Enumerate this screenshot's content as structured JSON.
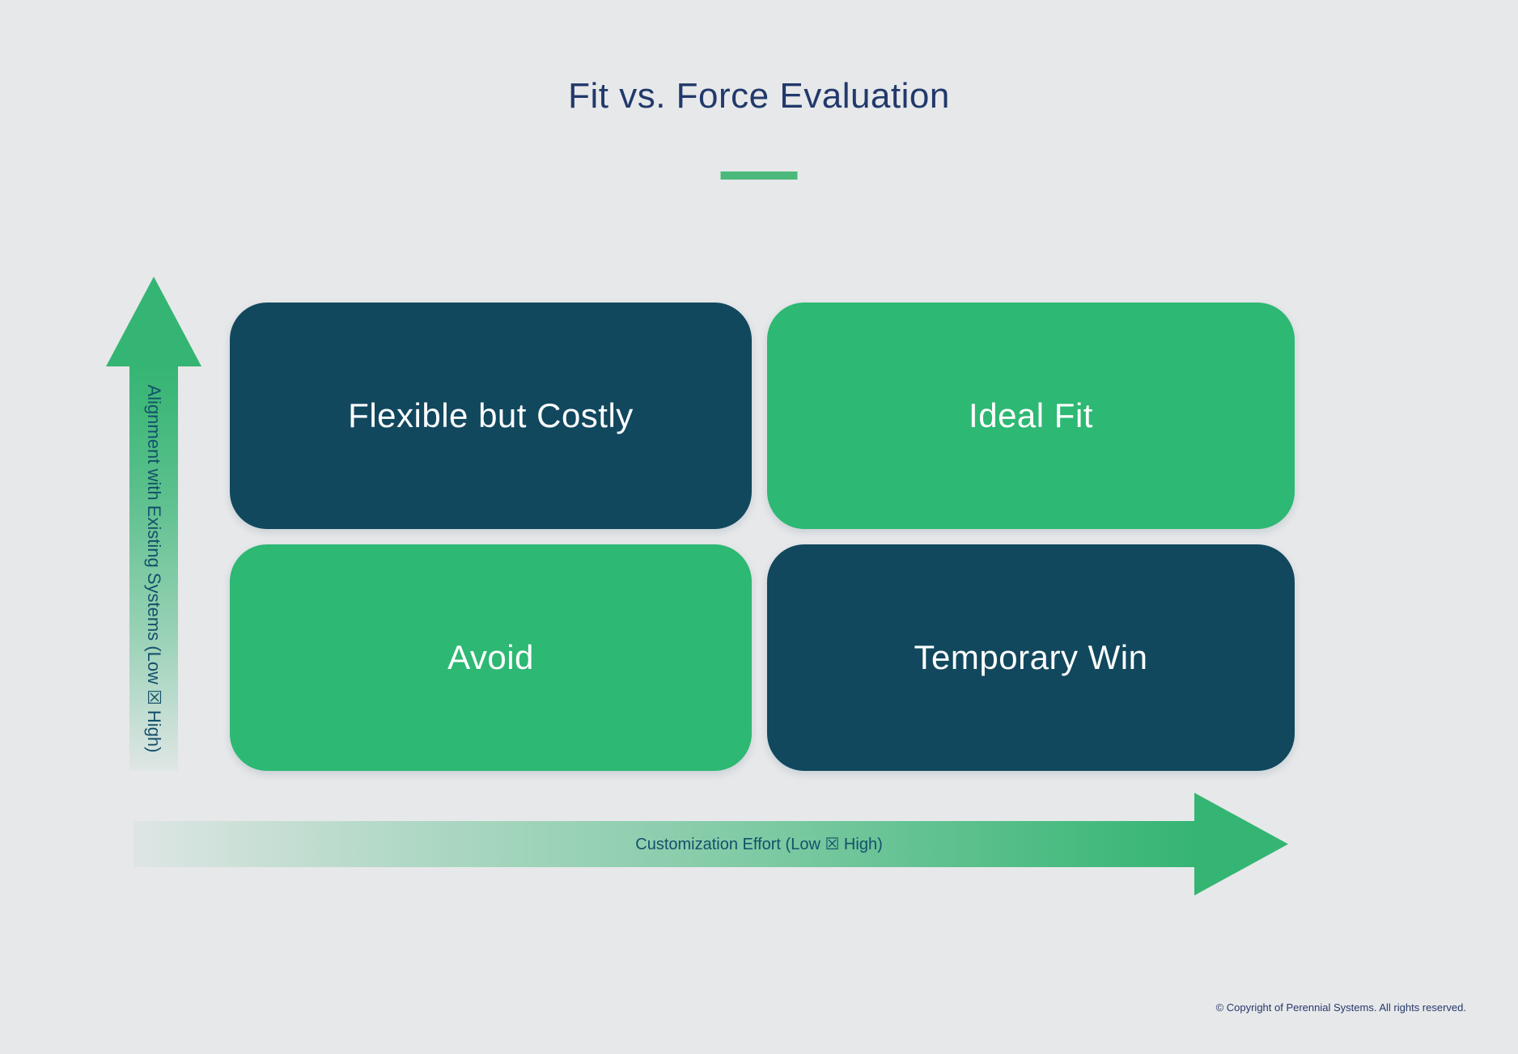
{
  "page": {
    "background_color": "#e7e8ea"
  },
  "header": {
    "title": "Fit vs. Force Evaluation",
    "title_color": "#21396b",
    "underline_color": "#4cb97c"
  },
  "axes": {
    "y": {
      "label": "Alignment with Existing Systems (Low ☒ High)",
      "label_color": "#14506b",
      "arrow_color": "#35b573",
      "direction": "up"
    },
    "x": {
      "label": "Customization Effort (Low ☒ High)",
      "label_color": "#14506b",
      "arrow_color": "#35b573",
      "direction": "right"
    }
  },
  "matrix": {
    "quadrants": [
      {
        "position": "top-left",
        "label": "Flexible but Costly",
        "color": "#11485e",
        "text_color": "#ffffff"
      },
      {
        "position": "top-right",
        "label": "Ideal Fit",
        "color": "#2db873",
        "text_color": "#ffffff"
      },
      {
        "position": "bottom-left",
        "label": "Avoid",
        "color": "#2db873",
        "text_color": "#ffffff"
      },
      {
        "position": "bottom-right",
        "label": "Temporary Win",
        "color": "#11485e",
        "text_color": "#ffffff"
      }
    ]
  },
  "footer": {
    "copyright": "© Copyright of Perennial Systems. All rights reserved."
  }
}
